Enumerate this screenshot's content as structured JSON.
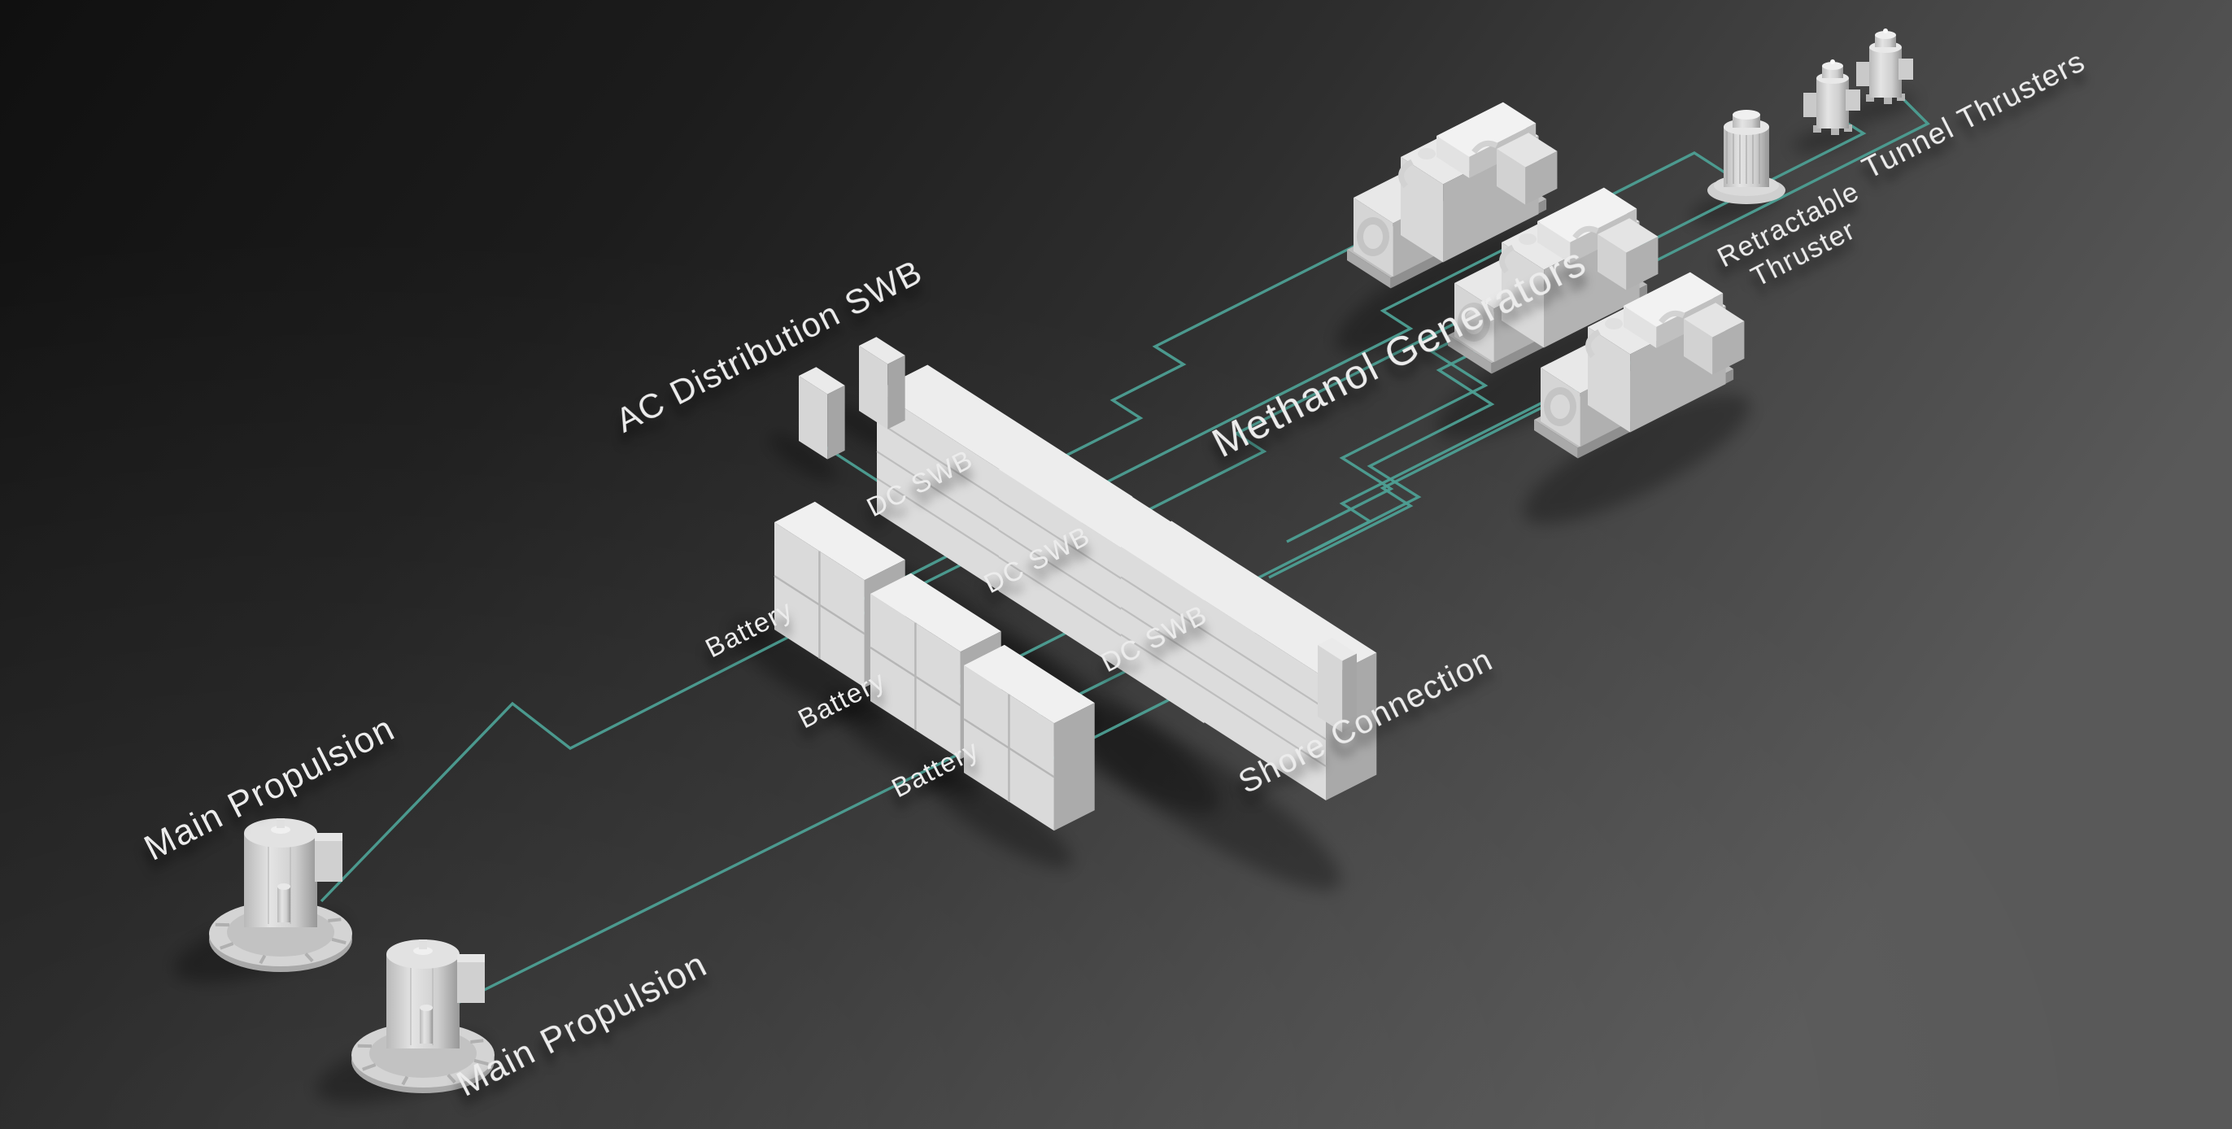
{
  "diagram": {
    "nodes": {
      "main_propulsion_1": {
        "label": "Main Propulsion"
      },
      "main_propulsion_2": {
        "label": "Main Propulsion"
      },
      "battery_1": {
        "label": "Battery"
      },
      "battery_2": {
        "label": "Battery"
      },
      "battery_3": {
        "label": "Battery"
      },
      "dc_swb_1": {
        "label": "DC SWB"
      },
      "dc_swb_2": {
        "label": "DC SWB"
      },
      "dc_swb_3": {
        "label": "DC SWB"
      },
      "ac_distribution_swb": {
        "label": "AC Distribution SWB"
      },
      "methanol_generators": {
        "label": "Methanol Generators",
        "count": 3
      },
      "shore_connection": {
        "label": "Shore Connection"
      },
      "retractable_thruster": {
        "label_line1": "Retractable",
        "label_line2": "Thruster"
      },
      "tunnel_thrusters": {
        "label": "Tunnel Thrusters",
        "count": 2
      }
    },
    "connections": [
      {
        "from": "main_propulsion_1",
        "to": "dc_swb_1"
      },
      {
        "from": "main_propulsion_2",
        "to": "dc_swb_3"
      },
      {
        "from": "battery_1",
        "to": "dc_swb_1"
      },
      {
        "from": "battery_2",
        "to": "dc_swb_2"
      },
      {
        "from": "battery_3",
        "to": "dc_swb_3"
      },
      {
        "from": "methanol_generator_1",
        "to": "dc_swb_1"
      },
      {
        "from": "methanol_generator_2",
        "to": "dc_swb_2"
      },
      {
        "from": "methanol_generator_3",
        "to": "dc_swb_3"
      },
      {
        "from": "ac_distribution_cabinet_1",
        "to": "dc_swb_1"
      },
      {
        "from": "ac_distribution_cabinet_2",
        "to": "dc_swb_1"
      },
      {
        "from": "tunnel_thruster_1",
        "to": "dc_swb_3"
      },
      {
        "from": "tunnel_thruster_2",
        "to": "dc_swb_3"
      },
      {
        "from": "retractable_thruster",
        "to": "dc_swb_1"
      },
      {
        "from": "shore_connection",
        "to": "dc_swb_3"
      }
    ],
    "colors": {
      "connection_line": "#4d9f93",
      "shore_cable": "#5fb2a3",
      "label_text": "#ececec",
      "background_top_left": "#111111",
      "background_right": "#595959",
      "equipment_body": "#e0e0e0"
    }
  }
}
